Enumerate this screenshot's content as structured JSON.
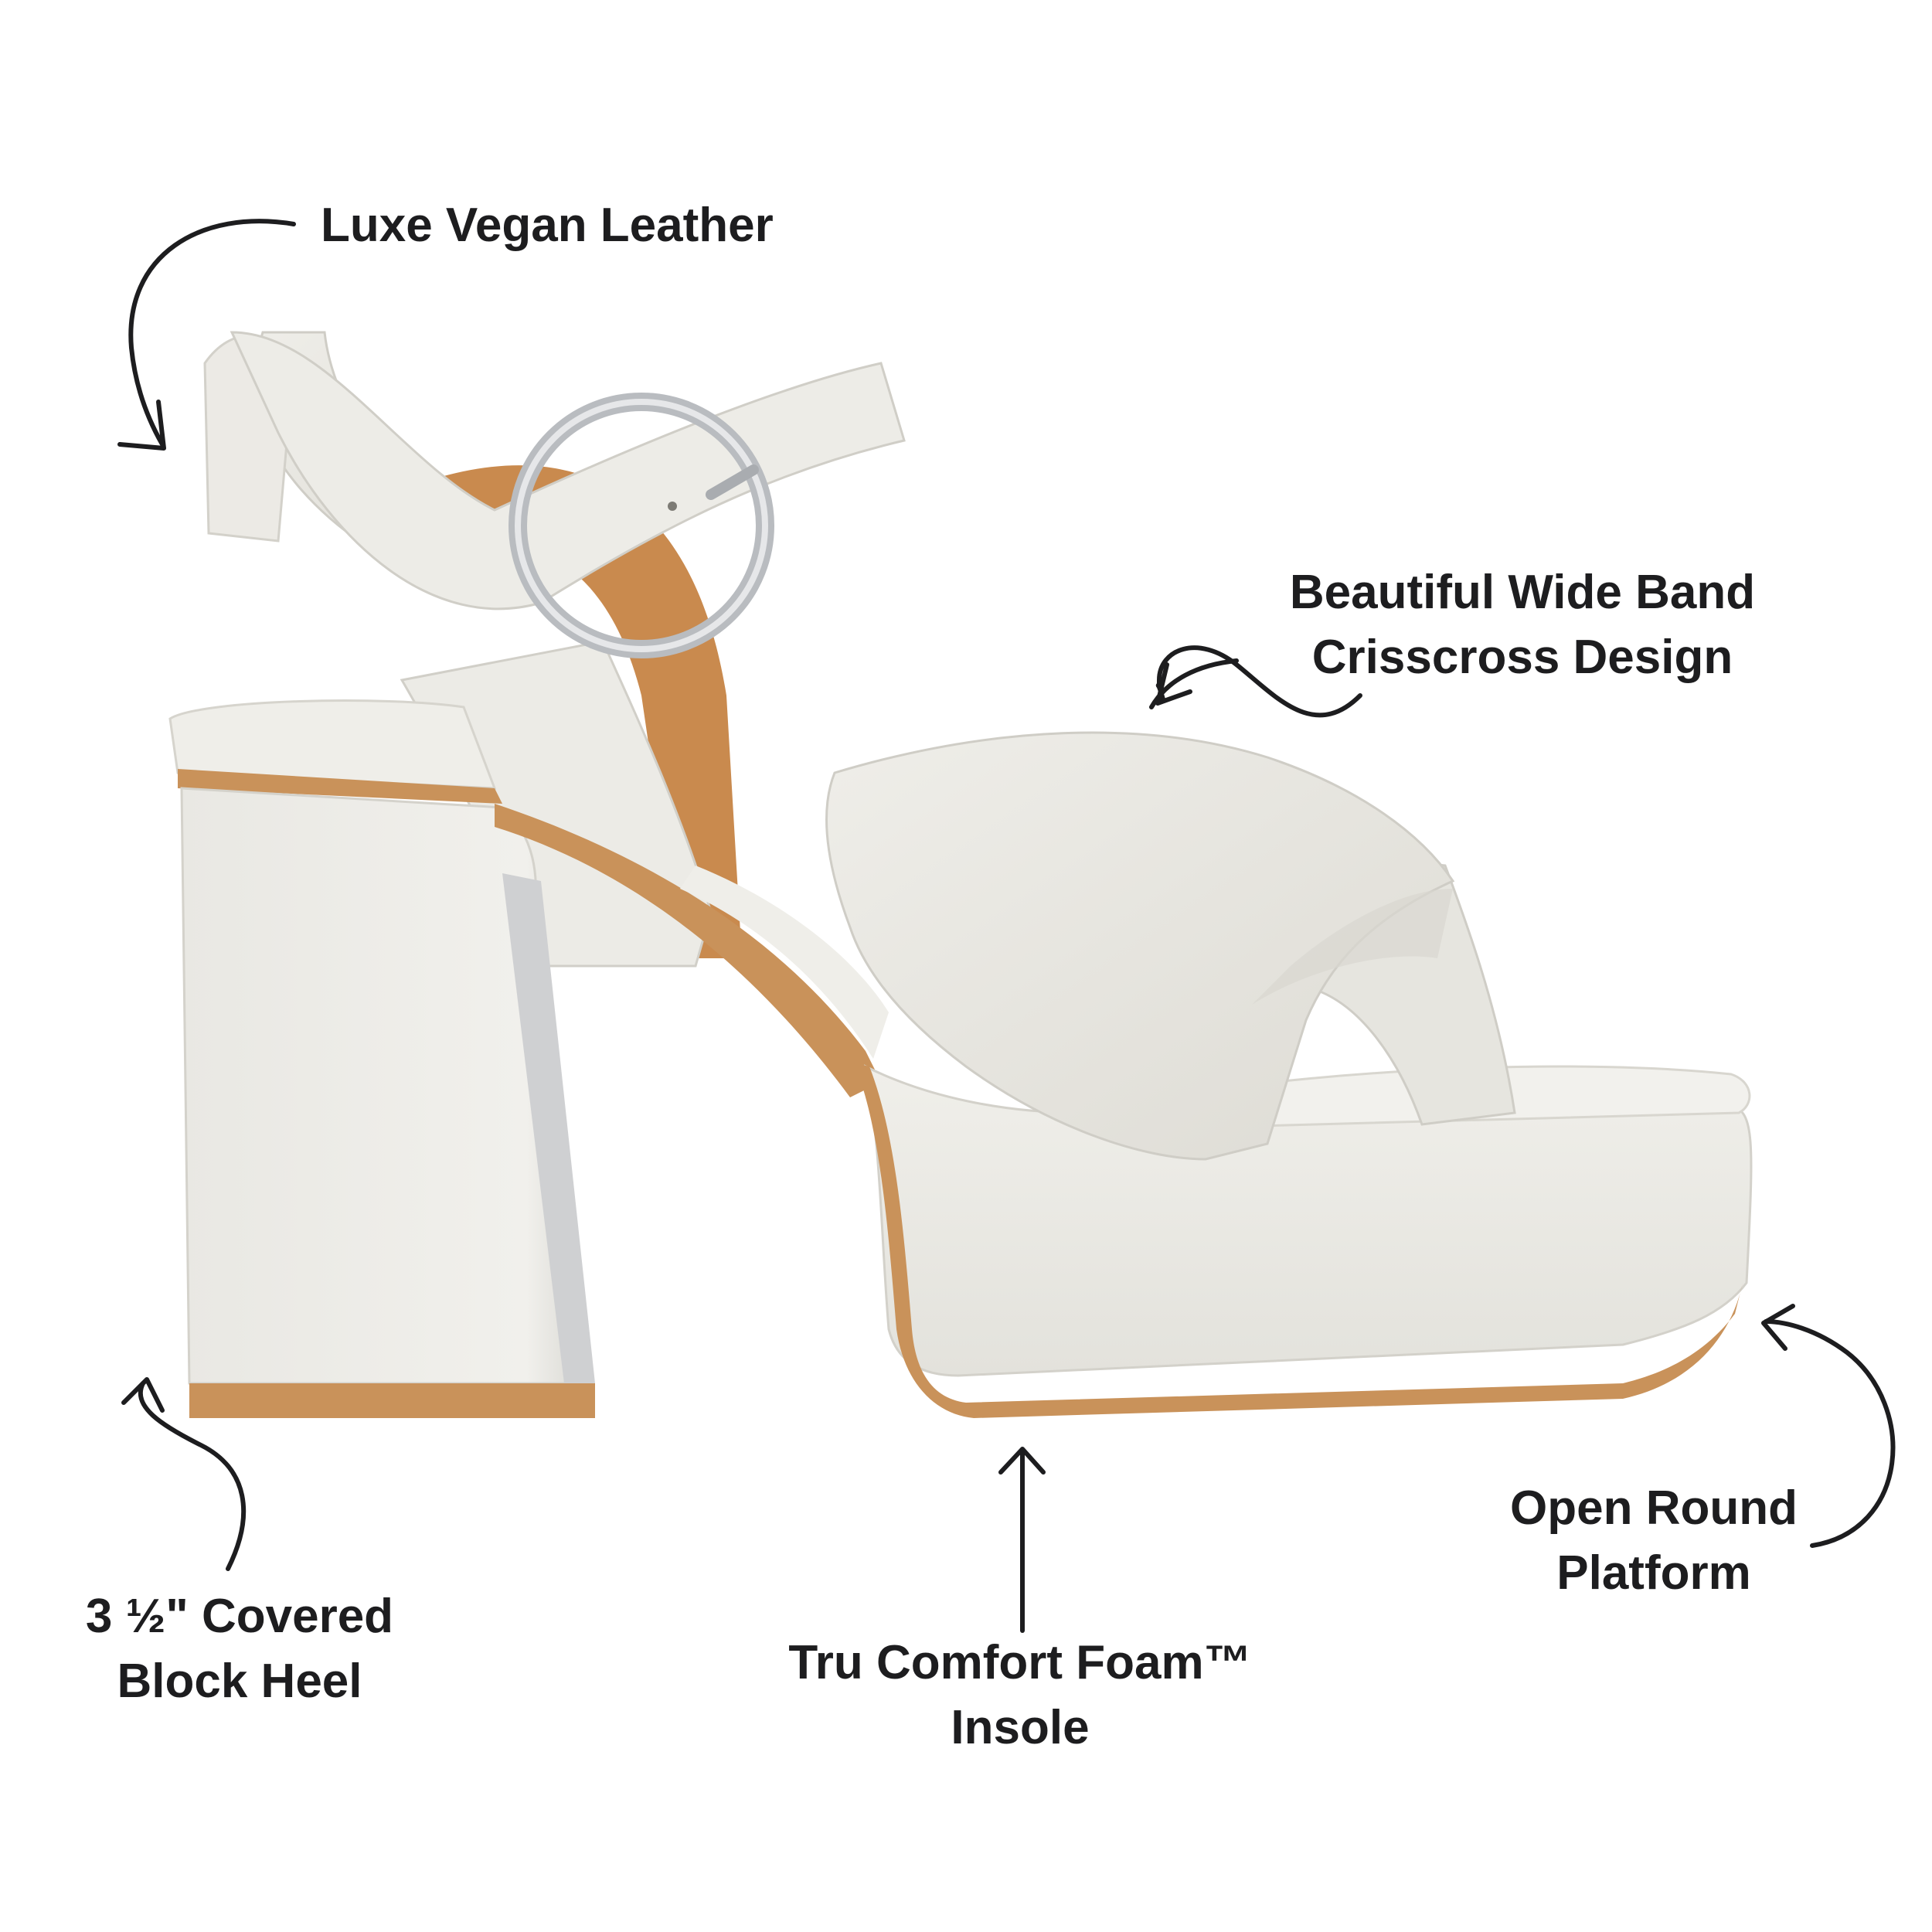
{
  "callouts": {
    "vegan_leather": {
      "lines": [
        "Luxe Vegan Leather"
      ]
    },
    "crisscross": {
      "lines": [
        "Beautiful Wide Band",
        "Crisscross Design"
      ]
    },
    "block_heel": {
      "lines": [
        "3 ½\" Covered",
        "Block Heel"
      ]
    },
    "insole": {
      "lines": [
        "Tru Comfort Foam™",
        "Insole"
      ]
    },
    "platform": {
      "lines": [
        "Open Round",
        "Platform"
      ]
    }
  },
  "colors": {
    "leather": "#ecebe6",
    "leather_shadow": "#d6d4cd",
    "lining": "#c98a4e",
    "sole_edge": "#c9925a",
    "buckle": "#b9bcc0",
    "text": "#1d1d1f"
  },
  "icons": [
    "curved-arrow-icon",
    "wavy-arrow-icon",
    "straight-arrow-icon",
    "buckle-icon"
  ]
}
